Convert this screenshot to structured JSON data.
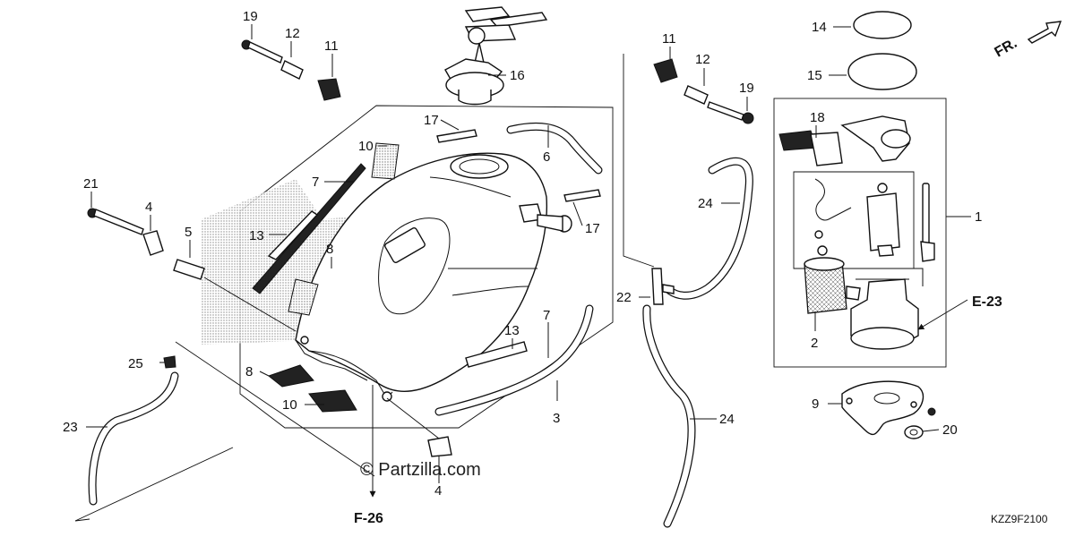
{
  "watermark": "© Partzilla.com",
  "diagram_code": "KZZ9F2100",
  "front_label": "FR.",
  "references": {
    "e23": "E-23",
    "f26": "F-26"
  },
  "callouts": {
    "c19a": "19",
    "c12a": "12",
    "c11a": "11",
    "c16": "16",
    "c10a": "10",
    "c17a": "17",
    "c6": "6",
    "c7a": "7",
    "c21": "21",
    "c4a": "4",
    "c5": "5",
    "c13a": "13",
    "c8a": "8",
    "c17b": "17",
    "c25": "25",
    "c8b": "8",
    "c10b": "10",
    "c7b": "7",
    "c13b": "13",
    "c3": "3",
    "c23": "23",
    "c4b": "4",
    "c11b": "11",
    "c12b": "12",
    "c19b": "19",
    "c24a": "24",
    "c22": "22",
    "c24b": "24",
    "c14": "14",
    "c15": "15",
    "c18": "18",
    "c1": "1",
    "c2": "2",
    "c9": "9",
    "c20": "20"
  }
}
